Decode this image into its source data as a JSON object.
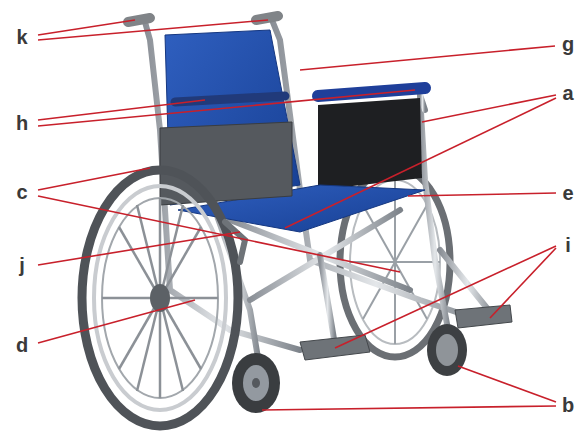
{
  "diagram": {
    "labels": [
      "k",
      "g",
      "h",
      "a",
      "c",
      "e",
      "j",
      "i",
      "d",
      "b"
    ]
  }
}
